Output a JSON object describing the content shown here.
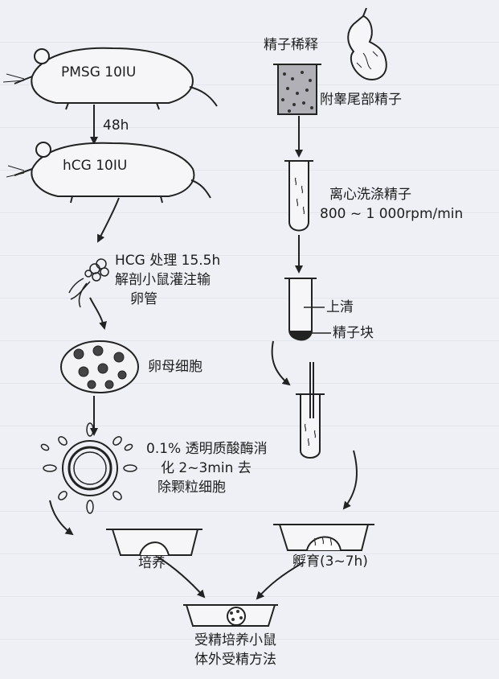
{
  "left_column": {
    "pmsg_label": "PMSG 10IU",
    "interval_label": "48h",
    "hcg_label": "hCG 10IU",
    "hcg_treatment_line1": "HCG 处理 15.5h",
    "hcg_treatment_line2": "解剖小鼠灌注输",
    "hcg_treatment_line3": "卵管",
    "oocyte_label": "卵母细胞",
    "hyaluronidase_line1": "0.1% 透明质酸酶消",
    "hyaluronidase_line2": "化 2~3min 去",
    "hyaluronidase_line3": "除颗粒细胞",
    "culture_label": "培养"
  },
  "right_column": {
    "sperm_dilution_label": "精子稀释",
    "epididymis_label": "附睾尾部精子",
    "centrifuge_line1": "离心洗涤精子",
    "centrifuge_line2": "800 ~ 1 000rpm/min",
    "supernatant_label": "上清",
    "pellet_label": "精子块",
    "incubation_label": "孵育(3~7h)"
  },
  "result": {
    "line1": "受精培养小鼠",
    "line2": "体外受精方法"
  }
}
